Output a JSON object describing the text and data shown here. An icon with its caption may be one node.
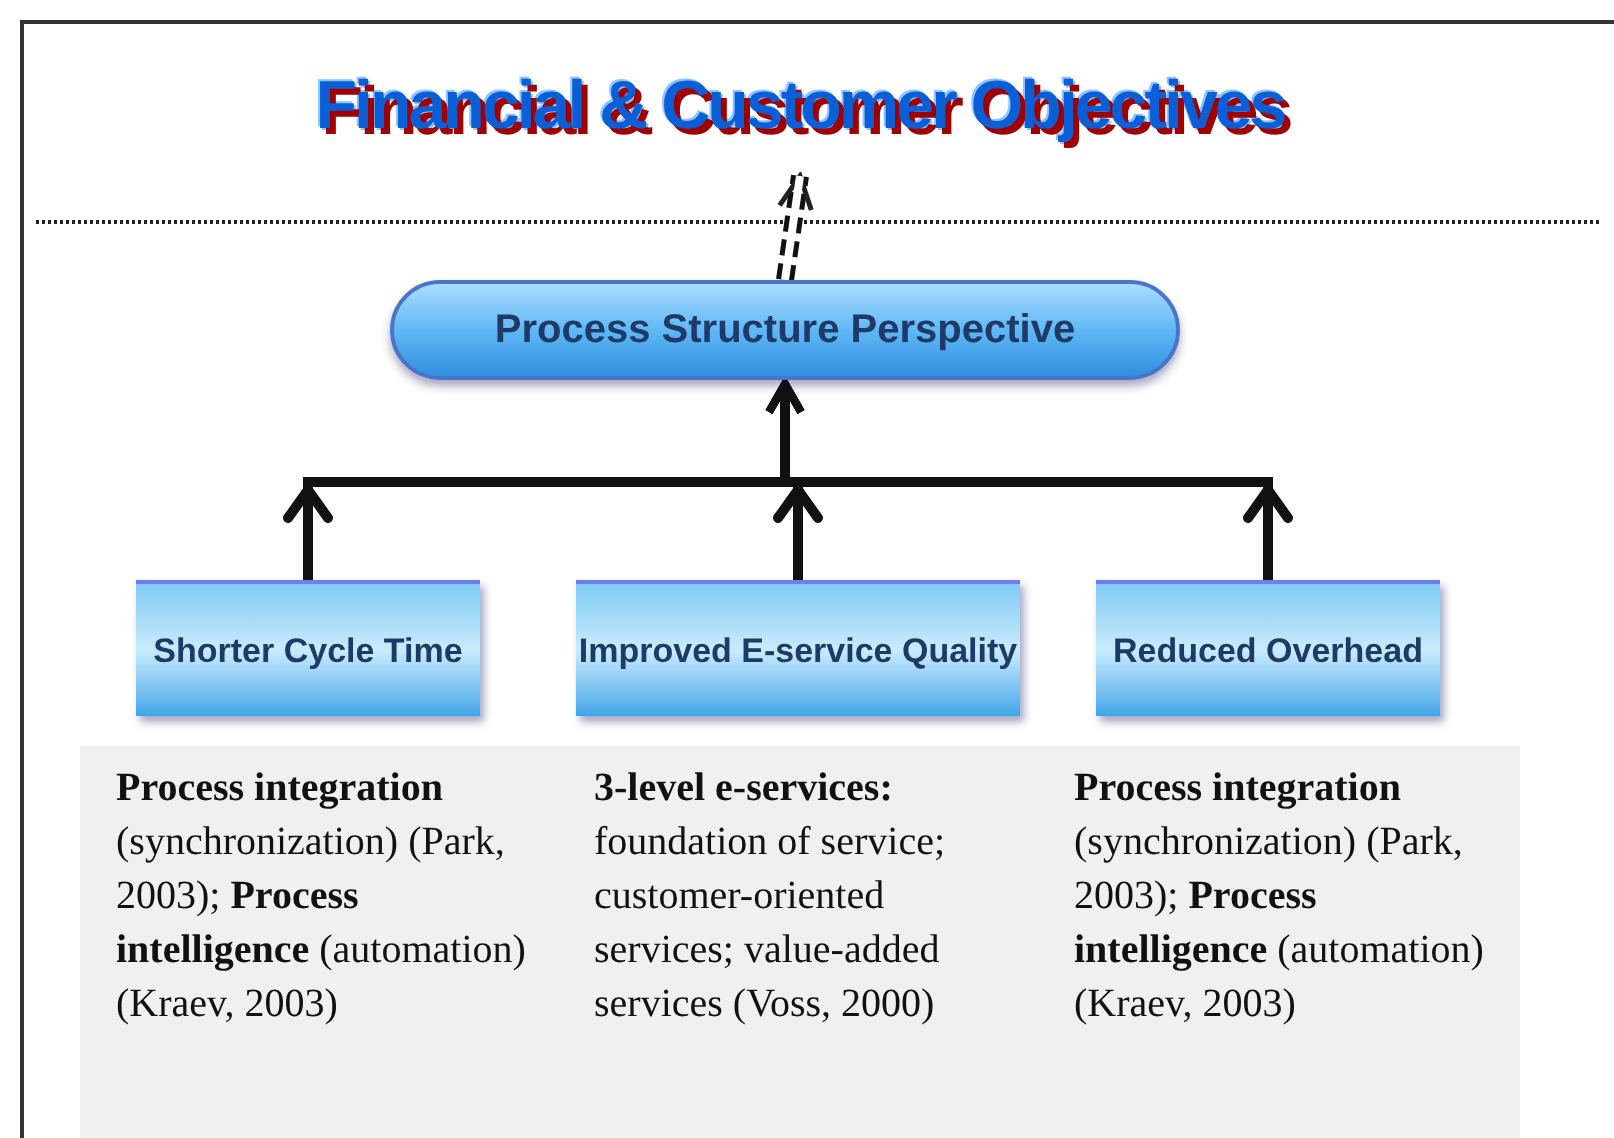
{
  "diagram": {
    "nodes": [
      {
        "text": [
          "Financial & Customer Objectives"
        ]
      },
      {
        "text": [
          "Process Structure Perspective"
        ]
      },
      {
        "text": [
          "Shorter Cycle Time"
        ]
      },
      {
        "text": [
          "Improved E-service Quality"
        ]
      },
      {
        "text": [
          "Reduced Overhead"
        ]
      }
    ],
    "edges": [
      {
        "from": 1,
        "to": 0,
        "arrow": "to",
        "style": "dashed"
      },
      {
        "from": 2,
        "to": 1,
        "arrow": "to"
      },
      {
        "from": 3,
        "to": 1,
        "arrow": "to"
      },
      {
        "from": 4,
        "to": 1,
        "arrow": "to"
      }
    ],
    "labels": [
      "**Process integration** (synchronization) (Park, 2003); **Process intelligence** (automation) (Kraev, 2003)",
      "**3-level e-services:** foundation of service; customer-oriented services; value-added services (Voss, 2000)",
      "**Process integration** (synchronization) (Park, 2003); **Process intelligence** (automation) (Kraev, 2003)"
    ]
  }
}
